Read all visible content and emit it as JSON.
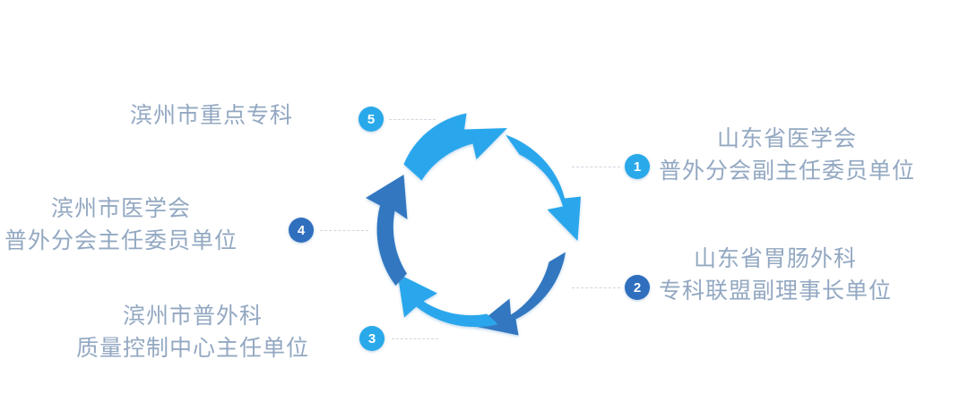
{
  "diagram": {
    "title": "",
    "type": "circular-cycle-arrows",
    "background_color": "#ffffff",
    "text_color": "#93a8c2",
    "arrow_colors": {
      "light_blue": "#2ba7ec",
      "dark_blue": "#3277c0"
    },
    "connector_color": "#cfd6de",
    "badge_colors": {
      "light": "#29a9ea",
      "dark": "#2f6fbe"
    },
    "arrows": [
      {
        "id": "arrow-top",
        "color": "#2ba7ec",
        "direction": "clockwise-top"
      },
      {
        "id": "arrow-right-upper",
        "color": "#2ba7ec",
        "direction": "clockwise-right-upper"
      },
      {
        "id": "arrow-right-lower",
        "color": "#3277c0",
        "direction": "clockwise-right-lower"
      },
      {
        "id": "arrow-bottom",
        "color": "#2ba7ec",
        "direction": "clockwise-bottom"
      },
      {
        "id": "arrow-left",
        "color": "#3277c0",
        "direction": "clockwise-left"
      }
    ],
    "items": [
      {
        "number": "1",
        "badge_style": "light",
        "side": "right",
        "lines": [
          "山东省医学会",
          "普外分会副主任委员单位"
        ]
      },
      {
        "number": "2",
        "badge_style": "dark",
        "side": "right",
        "lines": [
          "山东省胃肠外科",
          "专科联盟副理事长单位"
        ]
      },
      {
        "number": "3",
        "badge_style": "light",
        "side": "left",
        "lines": [
          "滨州市普外科",
          "质量控制中心主任单位"
        ]
      },
      {
        "number": "4",
        "badge_style": "dark",
        "side": "left",
        "lines": [
          "滨州市医学会",
          "普外分会主任委员单位"
        ]
      },
      {
        "number": "5",
        "badge_style": "light",
        "side": "left",
        "lines": [
          "滨州市重点专科"
        ]
      }
    ]
  }
}
